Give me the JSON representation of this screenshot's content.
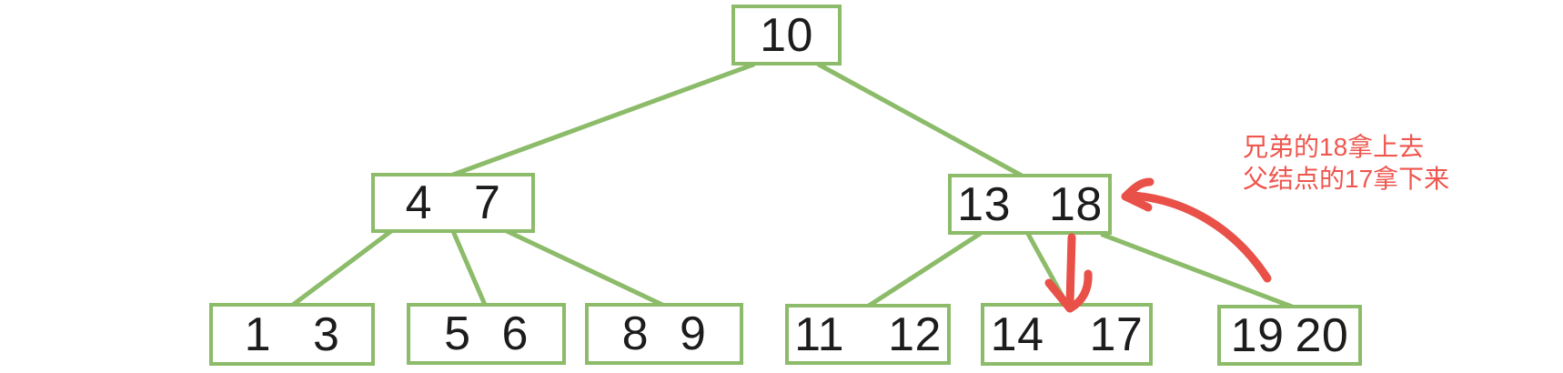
{
  "colors": {
    "edge": "#8cbb69",
    "box_border": "#8cbb69",
    "key_text": "#1c1c1c",
    "arrow_red": "#e85048",
    "annotation_red": "#ee564e",
    "background": "#ffffff"
  },
  "tree": {
    "nodes": [
      {
        "name": "root",
        "keys": [
          "10"
        ]
      },
      {
        "name": "internal-left",
        "keys": [
          "4",
          "7"
        ]
      },
      {
        "name": "internal-right",
        "keys": [
          "13",
          "18"
        ]
      },
      {
        "name": "leaf-1",
        "keys": [
          "1",
          "3"
        ]
      },
      {
        "name": "leaf-2",
        "keys": [
          "5",
          "6"
        ]
      },
      {
        "name": "leaf-3",
        "keys": [
          "8",
          "9"
        ]
      },
      {
        "name": "leaf-4",
        "keys": [
          "11",
          "12"
        ]
      },
      {
        "name": "leaf-5",
        "keys": [
          "14",
          "17"
        ]
      },
      {
        "name": "leaf-6",
        "keys": [
          "19",
          "20"
        ]
      }
    ]
  },
  "annotation": {
    "line1": "兄弟的18拿上去",
    "line2": "父结点的17拿下来"
  }
}
